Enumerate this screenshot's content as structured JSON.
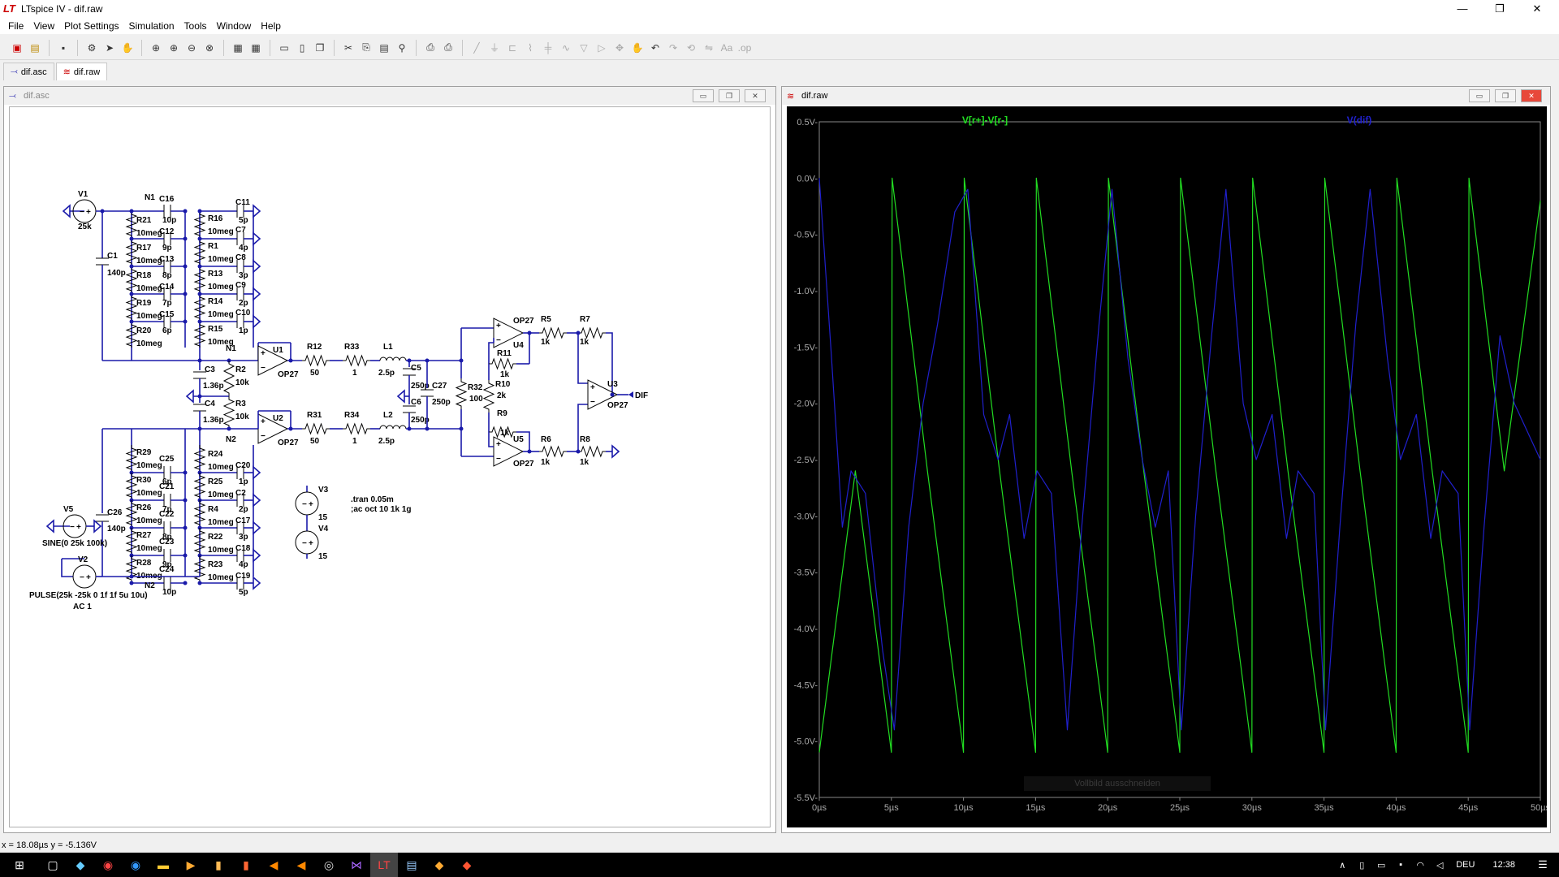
{
  "window": {
    "title": "LTspice IV - dif.raw",
    "min": "—",
    "max": "❐",
    "close": "✕"
  },
  "menu": [
    "File",
    "View",
    "Plot Settings",
    "Simulation",
    "Tools",
    "Window",
    "Help"
  ],
  "tabs": [
    {
      "label": "dif.asc",
      "icon": "schematic-icon"
    },
    {
      "label": "dif.raw",
      "icon": "waveform-icon"
    }
  ],
  "schematic": {
    "title": "dif.asc",
    "directive_tran": ".tran 0.05m",
    "directive_ac": ";ac oct 10 1k 1g",
    "sources": {
      "V1": {
        "name": "V1",
        "value": "25k"
      },
      "V2": {
        "name": "V2",
        "value": "PULSE(25k -25k 0 1f 1f 5u 10u)",
        "ac": "AC 1"
      },
      "V3": {
        "name": "V3",
        "value": "15"
      },
      "V4": {
        "name": "V4",
        "value": "15"
      },
      "V5": {
        "name": "V5",
        "value": "SINE(0 25k 100k)"
      }
    },
    "output_label": "DIF",
    "opamp_model": "OP27",
    "top_left_rc": [
      {
        "r": "R21",
        "rv": "10meg",
        "c": "C16",
        "cv": "10p"
      },
      {
        "r": "R17",
        "rv": "10meg",
        "c": "C12",
        "cv": "9p"
      },
      {
        "r": "R18",
        "rv": "10meg",
        "c": "C13",
        "cv": "8p"
      },
      {
        "r": "R19",
        "rv": "10meg",
        "c": "C14",
        "cv": "7p"
      },
      {
        "r": "R20",
        "rv": "10meg",
        "c": "C15",
        "cv": "6p"
      }
    ],
    "top_right_rc": [
      {
        "r": "R16",
        "rv": "10meg",
        "c": "C11",
        "cv": "5p"
      },
      {
        "r": "R1",
        "rv": "10meg",
        "c": "C7",
        "cv": "4p"
      },
      {
        "r": "R13",
        "rv": "10meg",
        "c": "C8",
        "cv": "3p"
      },
      {
        "r": "R14",
        "rv": "10meg",
        "c": "C9",
        "cv": "2p"
      },
      {
        "r": "R15",
        "rv": "10meg",
        "c": "C10",
        "cv": "1p"
      }
    ],
    "bot_left_rc": [
      {
        "r": "R29",
        "rv": "10meg",
        "c": "C25",
        "cv": "6p"
      },
      {
        "r": "R30",
        "rv": "10meg",
        "c": "C21",
        "cv": "7p"
      },
      {
        "r": "R26",
        "rv": "10meg",
        "c": "C22",
        "cv": "8p"
      },
      {
        "r": "R27",
        "rv": "10meg",
        "c": "C23",
        "cv": "9p"
      },
      {
        "r": "R28",
        "rv": "10meg",
        "c": "C24",
        "cv": "10p"
      }
    ],
    "bot_right_rc": [
      {
        "r": "R24",
        "rv": "10meg",
        "c": "C20",
        "cv": "1p"
      },
      {
        "r": "R25",
        "rv": "10meg",
        "c": "C2",
        "cv": "2p"
      },
      {
        "r": "R4",
        "rv": "10meg",
        "c": "C17",
        "cv": "3p"
      },
      {
        "r": "R22",
        "rv": "10meg",
        "c": "C18",
        "cv": "4p"
      },
      {
        "r": "R23",
        "rv": "10meg",
        "c": "C19",
        "cv": "5p"
      }
    ],
    "labels": {
      "C1": "C1",
      "C1v": "140p",
      "C26": "C26",
      "C26v": "140p",
      "C3": "C3",
      "C3v": "1.36p",
      "C4": "C4",
      "C4v": "1.36p",
      "R2": "R2",
      "R2v": "10k",
      "R3": "R3",
      "R3v": "10k",
      "U1": "U1",
      "U2": "U2",
      "U3": "U3",
      "U4": "U4",
      "U5": "U5",
      "R12": "R12",
      "R12v": "50",
      "R33": "R33",
      "R33v": "1",
      "R31": "R31",
      "R31v": "50",
      "R34": "R34",
      "R34v": "1",
      "L1": "L1",
      "L1v": "2.5p",
      "L2": "L2",
      "L2v": "2.5p",
      "C5": "C5",
      "C5v": "250p",
      "C6": "C6",
      "C6v": "250p",
      "C27": "C27",
      "C27v": "250p",
      "R32": "R32",
      "R32v": "100",
      "R10": "R10",
      "R10v": "2k",
      "R11": "R11",
      "R11v": "1k",
      "R9": "R9",
      "R9v": "1k",
      "R5": "R5",
      "R5v": "1k",
      "R6": "R6",
      "R6v": "1k",
      "R7": "R7",
      "R7v": "1k",
      "R8": "R8",
      "R8v": "1k",
      "N1": "N1",
      "N2": "N2"
    }
  },
  "waveform": {
    "title": "dif.raw",
    "overlay_text": "Vollbild ausschneiden",
    "colors": {
      "green": "#22dd22",
      "blue": "#2020cc"
    }
  },
  "chart_data": {
    "type": "line",
    "xlabel": "",
    "ylabel": "",
    "xlim": [
      0,
      50
    ],
    "ylim": [
      -5.5,
      0.5
    ],
    "x_ticks": [
      "0µs",
      "5µs",
      "10µs",
      "15µs",
      "20µs",
      "25µs",
      "30µs",
      "35µs",
      "40µs",
      "45µs",
      "50µs"
    ],
    "y_ticks": [
      "0.5V-",
      "0.0V-",
      "-0.5V-",
      "-1.0V-",
      "-1.5V-",
      "-2.0V-",
      "-2.5V-",
      "-3.0V-",
      "-3.5V-",
      "-4.0V-",
      "-4.5V-",
      "-5.0V-",
      "-5.5V-"
    ],
    "series": [
      {
        "name": "V[r+]-V[r-]",
        "color": "#22dd22",
        "x": [
          0,
          2.5,
          5,
          5.05,
          7.5,
          10,
          10.05,
          12.5,
          15,
          15.05,
          17.5,
          20,
          20.05,
          22.5,
          25,
          25.05,
          27.5,
          30,
          30.05,
          32.5,
          35,
          35.05,
          37.5,
          40,
          40.05,
          42.5,
          45,
          45.05,
          47.5,
          50
        ],
        "y": [
          -5.1,
          -2.6,
          -5.1,
          0.0,
          -2.6,
          -5.1,
          0.0,
          -2.6,
          -5.1,
          0.0,
          -2.6,
          -5.1,
          0.0,
          -2.6,
          -5.1,
          0.0,
          -2.6,
          -5.1,
          0.0,
          -2.6,
          -5.1,
          0.0,
          -2.6,
          -5.1,
          0.0,
          -2.6,
          -5.1,
          0.0,
          -2.6,
          -0.2
        ]
      },
      {
        "name": "V(dif)",
        "color": "#2020cc",
        "x": [
          0,
          0.8,
          1.6,
          2.2,
          3.2,
          4.4,
          5.2,
          6.2,
          7.2,
          8.2,
          9.4,
          10.3,
          11.4,
          12.4,
          13.2,
          14.2,
          15.1,
          16.1,
          17.2,
          18.2,
          19.4,
          20.3,
          21.4,
          22.4,
          23.3,
          24.2,
          25.1,
          26.1,
          27.2,
          28.2,
          29.4,
          30.3,
          31.4,
          32.4,
          33.2,
          34.3,
          35.1,
          36.1,
          37.2,
          38.2,
          39.4,
          40.3,
          41.4,
          42.4,
          43.2,
          44.3,
          45.1,
          46.1,
          47.2,
          48.2,
          50
        ],
        "y": [
          0.0,
          -1.5,
          -3.1,
          -2.6,
          -2.8,
          -4.2,
          -4.9,
          -3.1,
          -2.0,
          -1.3,
          -0.3,
          -0.1,
          -2.1,
          -2.5,
          -2.1,
          -3.2,
          -2.6,
          -2.8,
          -4.9,
          -3.1,
          -1.3,
          -0.1,
          -1.6,
          -2.5,
          -3.1,
          -2.6,
          -4.9,
          -3.0,
          -1.4,
          -0.1,
          -2.0,
          -2.5,
          -2.1,
          -3.2,
          -2.6,
          -2.8,
          -4.9,
          -3.1,
          -1.3,
          -0.1,
          -1.6,
          -2.5,
          -2.1,
          -3.2,
          -2.6,
          -2.8,
          -4.9,
          -3.1,
          -1.4,
          -2.0,
          -2.5
        ]
      }
    ]
  },
  "statusbar": {
    "coords": "x = 18.08µs   y = -5.136V"
  },
  "taskbar": {
    "lang": "DEU",
    "time": "12:38"
  }
}
